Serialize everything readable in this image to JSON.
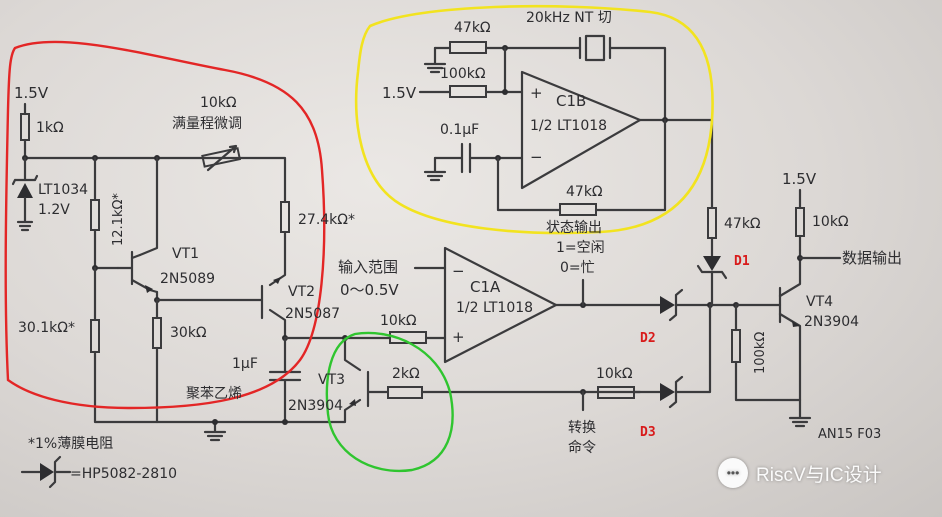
{
  "labels": {
    "v15_left": "1.5V",
    "r1k": "1kΩ",
    "lt1034": "LT1034",
    "v12": "1.2V",
    "r121k": "12.1kΩ*",
    "vt1": "VT1",
    "q_2n5089": "2N5089",
    "r301k": "30.1kΩ*",
    "r30k": "30kΩ",
    "r10k_trim": "10kΩ",
    "trim_cn": "满量程微调",
    "r274k": "27.4kΩ*",
    "vt2": "VT2",
    "q_2n5087": "2N5087",
    "cap1u": "1μF",
    "cap_cn": "聚苯乙烯",
    "vt3": "VT3",
    "q_2n3904": "2N3904",
    "r2k": "2kΩ",
    "in_range": "输入范围",
    "in_range_val": "0～0.5V",
    "r10k_in": "10kΩ",
    "c1a": "C1A",
    "lt1018_a": "1/2 LT1018",
    "status_out": "状态输出",
    "idle": "1=空闲",
    "busy": "0=忙",
    "d1": "D1",
    "d2": "D2",
    "d3": "D3",
    "r10k_d3": "10kΩ",
    "convert": "转换",
    "command": "命令",
    "r47k_top": "47kΩ",
    "xtal": "20kHz NT 切",
    "r100k": "100kΩ",
    "v15_mid": "1.5V",
    "cap01u": "0.1μF",
    "c1b": "C1B",
    "lt1018_b": "1/2 LT1018",
    "r47k_fb": "47kΩ",
    "r47k_d1": "47kΩ",
    "v15_right": "1.5V",
    "r10k_out": "10kΩ",
    "data_out": "数据输出",
    "vt4": "VT4",
    "q_2n3904_4": "2N3904",
    "r100k_v": "100kΩ",
    "an15": "AN15 F03",
    "note1": "*1%薄膜电阻",
    "note2": "=HP5082-2810",
    "plus": "+",
    "minus": "−"
  },
  "watermark": {
    "text": "RiscV与IC设计",
    "icon": "wechat-icon"
  },
  "colors": {
    "red_circle": "#e32626",
    "yellow_circle": "#f2e31f",
    "green_circle": "#2fc52f",
    "ink": "#3b3b3d"
  }
}
